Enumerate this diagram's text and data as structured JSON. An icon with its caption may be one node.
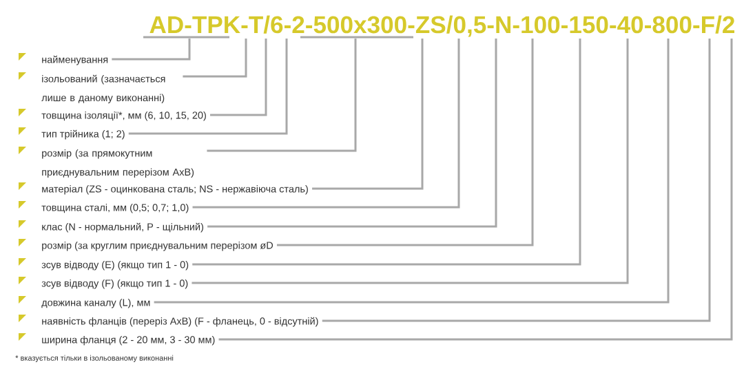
{
  "diagram": {
    "title": "AD-TPK-T/6-2-500x300-ZS/0,5-N-100-150-40-800-F/2",
    "nodes": [
      {
        "text": [
          "найменування"
        ]
      },
      {
        "text": [
          "ізольований (зазначається лише в даному виконанні)"
        ]
      },
      {
        "text": [
          "товщина ізоляції*, мм (6, 10, 15, 20)"
        ]
      },
      {
        "text": [
          "тип трійника (1; 2)"
        ]
      },
      {
        "text": [
          "розмір (за прямокутним приєднувальним перерізом AxB)"
        ]
      },
      {
        "text": [
          "матеріал (ZS - оцинкована сталь; NS - нержавіюча сталь)"
        ]
      },
      {
        "text": [
          "товщина сталі, мм (0,5; 0,7; 1,0)"
        ]
      },
      {
        "text": [
          "клас (N - нормальний, P - щільний)"
        ]
      },
      {
        "text": [
          "розмір (за круглим приєднувальним перерізом øD"
        ]
      },
      {
        "text": [
          "зсув відводу (E) (якщо тип 1 - 0)"
        ]
      },
      {
        "text": [
          "зсув відводу (F) (якщо тип 1 - 0)"
        ]
      },
      {
        "text": [
          "довжина каналу (L), мм"
        ]
      },
      {
        "text": [
          "наявність фланців (переріз AxB) (F - фланець, 0 - відсутній)"
        ]
      },
      {
        "text": [
          "ширина фланця (2 - 20 мм, 3 - 30 мм)"
        ]
      }
    ],
    "edges": [
      {
        "from": 0,
        "to": null,
        "arrow": "none"
      },
      {
        "from": 1,
        "to": null,
        "arrow": "none"
      },
      {
        "from": 2,
        "to": null,
        "arrow": "none"
      },
      {
        "from": 3,
        "to": null,
        "arrow": "none"
      },
      {
        "from": 4,
        "to": null,
        "arrow": "none"
      },
      {
        "from": 5,
        "to": null,
        "arrow": "none"
      },
      {
        "from": 6,
        "to": null,
        "arrow": "none"
      },
      {
        "from": 7,
        "to": null,
        "arrow": "none"
      },
      {
        "from": 8,
        "to": null,
        "arrow": "none"
      },
      {
        "from": 9,
        "to": null,
        "arrow": "none"
      },
      {
        "from": 10,
        "to": null,
        "arrow": "none"
      },
      {
        "from": 11,
        "to": null,
        "arrow": "none"
      },
      {
        "from": 12,
        "to": null,
        "arrow": "none"
      },
      {
        "from": 13,
        "to": null,
        "arrow": "none"
      }
    ],
    "labels": [
      "* вказується тільки в ізольованому виконанні"
    ]
  }
}
